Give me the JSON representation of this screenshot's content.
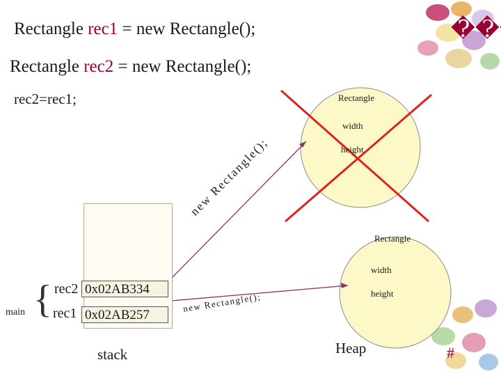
{
  "code": {
    "line1": {
      "type": "Rectangle",
      "var": "rec1",
      "rest": "= new Rectangle();"
    },
    "line2": {
      "type": "Rectangle",
      "var": "rec2",
      "rest": "= new Rectangle();"
    },
    "line3": "rec2=rec1;"
  },
  "corner_glyphs": "���",
  "object_top": {
    "class_name": "Rectangle",
    "field1": "width",
    "field2": "height",
    "crossed_out": true
  },
  "object_bottom": {
    "class_name": "Rectangle",
    "field1": "width",
    "field2": "height"
  },
  "arrow_labels": {
    "upper": "new Rectangle();",
    "lower": "new Rectangle();"
  },
  "stack": {
    "label": "stack",
    "frame_label": "main",
    "vars": [
      {
        "name": "rec2",
        "value": "0x02AB334"
      },
      {
        "name": "rec1",
        "value": "0x02AB257"
      }
    ]
  },
  "heap_label": "Heap",
  "page_mark": "#",
  "colors": {
    "highlight": "#990033",
    "heap_fill": "#fdf8c8",
    "cross": "#e02020",
    "arrow": "#883366"
  }
}
